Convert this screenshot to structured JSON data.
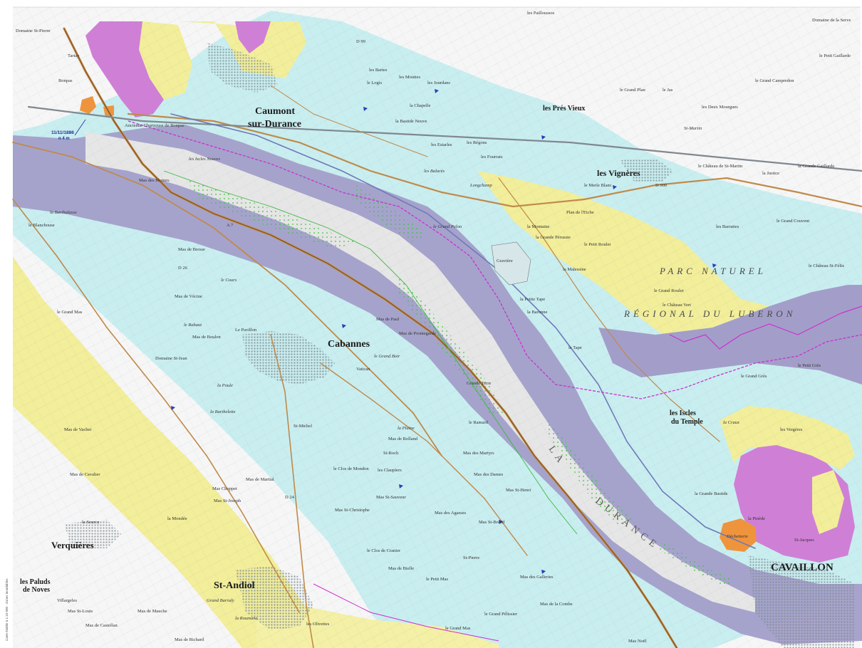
{
  "side_strip": "Carte établie à 1:10 000 - Zones inondables",
  "colors": {
    "cyan": "#c9eef0",
    "violet": "#a39ec9",
    "yellow": "#f2ee9a",
    "magenta": "#d07fd6",
    "orange": "#f0943c",
    "river": "#e6e6e6",
    "road": "#c08a4a",
    "boundary": "#cc2fcf"
  },
  "towns": {
    "caumont_1": "Caumont",
    "caumont_2": "sur-Durance",
    "cabannes": "Cabannes",
    "vignerees": "les Vignères",
    "verquieres": "Verquières",
    "standiol": "St-Andiol",
    "cavaillon": "CAVAILLON",
    "paluds_1": "les Paluds",
    "paluds_2": "de Noves",
    "isles_1": "les Iscles",
    "isles_2": "du Temple",
    "pres_vieux": "les Prés Vieux"
  },
  "river_label_1": "LA",
  "river_label_2": "DURANCE",
  "park_label_1": "PARC NATUREL",
  "park_label_2": "RÉGIONAL DU LUBERON",
  "flood_mark": {
    "date": "11/11/1886",
    "detail": "n 4 m"
  },
  "places": {
    "domaine_st_pierre": "Domaine St-Pierre",
    "tartay": "Tartay",
    "bonpas": "Bonpas",
    "chartreuse": "Ancienne Chartreuse de Bonpas",
    "grand_pelon": "le Grand Pelon",
    "barthalasse": "la Barthalasse",
    "mas_moines": "Mas des Moines",
    "blanchouse": "le Blanchouse",
    "les_iscles_neuves": "les Iscles Neuves",
    "mas_de_bresse": "Mas de Bresse",
    "mas_de_vecine": "Mas de Vécine",
    "le_pavillon": "Le Pavillon",
    "grand_mas": "le Grand Mas",
    "mas_de_boulon": "Mas de Boulon",
    "domaine_st_jean": "Domaine St-Jean",
    "vatican": "Vatican",
    "grand_boir": "le Grand Boir",
    "mas_prontegarde": "Mas de Prontegarde",
    "mas_de_paul": "Mas de Paul",
    "st_michel": "St-Michel",
    "mas_de_rolland": "Mas de Rolland",
    "mas_vachet": "Mas de Vachet",
    "mas_cavalier": "Mas de Cavalier",
    "la_barthelette": "la Barthelette",
    "la_poule": "la Poule",
    "mas_de_martial": "Mas de Martial",
    "mas_choppet": "Mas Choppet",
    "mas_st_joseph": "Mas St-Joseph",
    "la_mondée": "la Mondée",
    "le_clos_de_mondon": "le Clos de Mondon",
    "les_claupiers": "les Claupiers",
    "mas_st_sauveur": "Mas St-Sauveur",
    "mas_st_christophe": "Mas St-Christophe",
    "mas_st_roch": "St-Roch",
    "mas_des_dames": "Mas des Dames",
    "mas_st_henri": "Mas St-Henri",
    "mas_st_brancl": "Mas St-Brand",
    "mas_des_agasses": "Mas des Agasses",
    "le_clos_cranier": "le Clos de Cranier",
    "mas_de_bielle": "Mas de Bielle",
    "st_pierre": "St-Pierre",
    "le_petit_mas": "le Petit Mas",
    "mas_des_galleries": "Mas des Galleries",
    "mas_de_la_combe": "Mas de la Combe",
    "la_source": "la Source",
    "mas_de_mauche": "Mas de Mauche",
    "le_grand_mas_south": "le Grand Mas",
    "le_grand_pelissier": "le Grand Pélissier",
    "mas_noel": "Mas Noël",
    "les_olivettes": "les Olivettes",
    "grand_barraly": "Grand Barraly",
    "mas_de_richard": "Mas de Richard",
    "mas_de_castellan": "Mas de Castellan",
    "villargeles": "Villargeles",
    "mas_st_louis": "Mas St-Louis",
    "la_roumane": "la Roumane",
    "le_merle_blanc": "le Merle Blanc",
    "plan_fiche": "Plan de l'Eiche",
    "la_montaine": "la Montaine",
    "grande_perussie": "la Grande Pérussie",
    "le_petit_roulet": "le Petit Roulet",
    "la_malessine": "la Malessine",
    "le_grand_roulet": "le Grand Roulet",
    "le_chateau_vert": "le Château Vert",
    "la_petite_tape": "la Petite Tape",
    "la_baronne": "la Baronne",
    "le_tape": "le Tape",
    "grande_bastide": "la Grande Bastide",
    "le_grand_gres": "le Grand Grès",
    "le_petit_gres": "le Petit Grès",
    "le_grand_plan": "le Grand Plan",
    "la_justice": "la Justice",
    "le_chateau_st_martin": "le Château de St-Martin",
    "les_barrattes": "les Barrattes",
    "grand_couvent": "le Grand Couvent",
    "chateau_st_felix": "le Château St-Félix",
    "les_pailloussos": "les Pailloussos",
    "domaine_serve": "Domaine de la Serve",
    "le_petit_gaillarde": "le Petit Gaillarde",
    "le_grand_campredon": "le Grand Campredon",
    "le_jas": "le Jas",
    "st_martin": "St-Martin",
    "les_deux_mourgues": "les Deux Mourgues",
    "la_grande_gaillarde": "la Grande Gaillarde",
    "les_bartes": "les Bartes",
    "le_logis": "le Logis",
    "les_mouttes": "les Mouttes",
    "mas_jourdan": "les Jourdans",
    "la_bastide_neuve": "la Bastide Neuve",
    "les_estarles": "les Estarles",
    "les_ragons": "les Régons",
    "les_balares": "les Balarès",
    "longchamp": "Longchamp",
    "les_fourrats": "les Fourrats",
    "la_craux": "la Craux",
    "dechetterie": "Déchetterie",
    "gravière": "Gravière",
    "grande_terre": "Grande Terre",
    "le_ramard": "le Ramard",
    "la_plaine": "la Plaine",
    "mas_des_martyrs": "Mas des Martyrs",
    "le_cours": "le Cours",
    "le_rabaut": "le Rabaut",
    "la_combe_chapel": "la Chapelle",
    "la_pinede": "la Pinède",
    "les_vergeres": "les Vergères",
    "st_jacques": "St-Jacques",
    "route_d99": "D 99",
    "route_d24": "D 24",
    "route_d26": "D 26",
    "route_a7": "A 7",
    "route_d900": "D 900"
  }
}
